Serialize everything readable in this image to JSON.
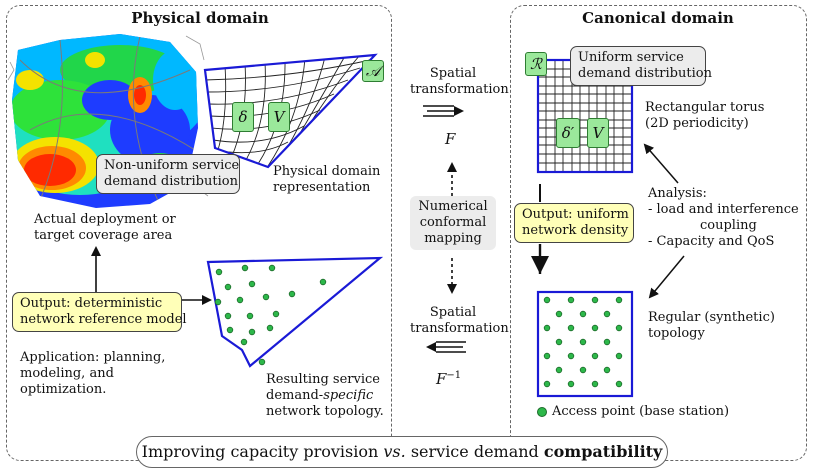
{
  "physical": {
    "title": "Physical domain",
    "nonuniform_line1": "Non-uniform service",
    "nonuniform_line2": "demand distribution",
    "repr_line1": "Physical domain",
    "repr_line2": "representation",
    "deploy_line1": "Actual deployment or",
    "deploy_line2": "target coverage area",
    "output_line1": "Output: deterministic",
    "output_line2": "network reference model",
    "app_line1": "Application: planning,",
    "app_line2": "modeling, and",
    "app_line3": "optimization.",
    "result_line1": "Resulting service",
    "result_line2_prefix": "demand-",
    "result_line2_italic": "specific",
    "result_line3": "network topology.",
    "sym_A": "𝒜",
    "sym_delta": "δ",
    "sym_V": "V"
  },
  "middle": {
    "spatial1_line1": "Spatial",
    "spatial1_line2": "transformation",
    "F": "F",
    "ncm_line1": "Numerical",
    "ncm_line2": "conformal",
    "ncm_line3": "mapping",
    "spatial2_line1": "Spatial",
    "spatial2_line2": "transformation",
    "Finv_base": "F",
    "Finv_exp": "−1"
  },
  "canonical": {
    "title": "Canonical domain",
    "uniform_line1": "Uniform service",
    "uniform_line2": "demand distribution",
    "torus_line1": "Rectangular torus",
    "torus_line2": "(2D periodicity)",
    "analysis_line1": "Analysis:",
    "analysis_line2": "- load and interference",
    "analysis_line3": "coupling",
    "analysis_line4": "- Capacity and QoS",
    "output_line1": "Output: uniform",
    "output_line2": "network density",
    "regular_line1": "Regular (synthetic)",
    "regular_line2": "topology",
    "legend_label": "Access point (base station)",
    "sym_R": "ℛ",
    "sym_delta_prime": "δ′",
    "sym_V": "V"
  },
  "bottom": {
    "prefix": "Improving capacity provision ",
    "vs": "vs.",
    "middle": " service demand ",
    "bold": "compatibility"
  },
  "colors": {
    "grid_border": "#1a1ad6",
    "node_fill": "#2db84a",
    "symbol_fill": "#9be89b",
    "yellow_box": "#ffffb8",
    "gray_box": "#ececec"
  }
}
